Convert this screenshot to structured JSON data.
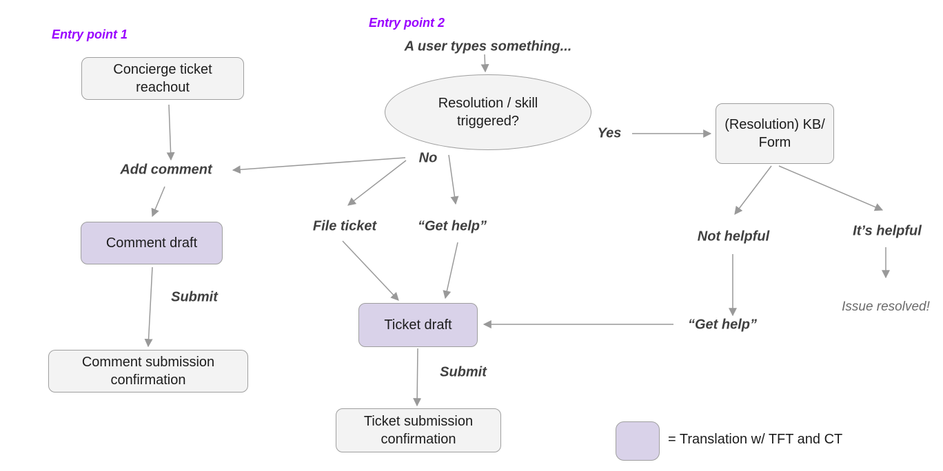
{
  "colors": {
    "entry_accent": "#9900ff",
    "node_gray_fill": "#f3f3f3",
    "node_purple_fill": "#d9d2e9",
    "node_border": "#9e9e9e",
    "arrow": "#999999",
    "label_text": "#404040",
    "muted_text": "#6b6b6b"
  },
  "entry_points": {
    "entry1": "Entry point 1",
    "entry2": "Entry point 2"
  },
  "nodes": {
    "concierge": "Concierge ticket reachout",
    "resolution_skill": "Resolution / skill triggered?",
    "kb_form": "(Resolution) KB/ Form",
    "comment_draft": "Comment draft",
    "comment_confirmation": "Comment submission confirmation",
    "ticket_draft": "Ticket draft",
    "ticket_confirmation": "Ticket submission confirmation"
  },
  "labels": {
    "user_types": "A user types something...",
    "no": "No",
    "yes": "Yes",
    "add_comment": "Add comment",
    "file_ticket": "File ticket",
    "get_help_mid": "“Get help”",
    "submit_left": "Submit",
    "submit_mid": "Submit",
    "not_helpful": "Not helpful",
    "its_helpful": "It’s helpful",
    "get_help_right": "“Get help”",
    "issue_resolved": "Issue resolved!"
  },
  "legend": {
    "text": "= Translation w/ TFT and CT"
  }
}
